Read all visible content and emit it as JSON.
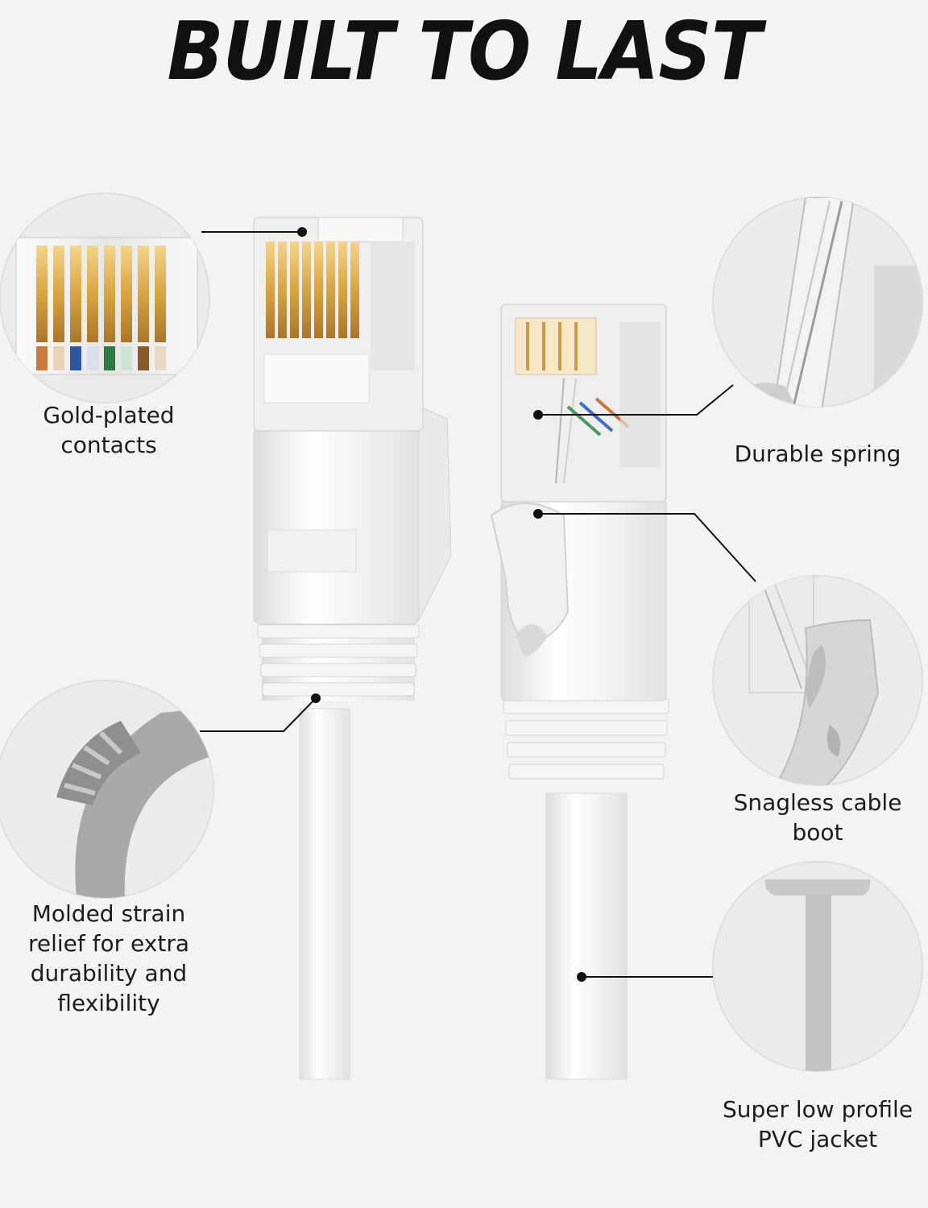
{
  "headline": "BUILT TO LAST",
  "features": [
    {
      "id": "gold",
      "label": "Gold-plated\ncontacts"
    },
    {
      "id": "spring",
      "label": "Durable spring"
    },
    {
      "id": "strain",
      "label": "Molded strain\nrelief for extra\ndurability and\nflexibility"
    },
    {
      "id": "boot",
      "label": "Snagless cable\nboot"
    },
    {
      "id": "jacket",
      "label": "Super low profile\nPVC jacket"
    }
  ],
  "colors": {
    "background": "#f3f3f3",
    "cable": "#ffffff",
    "circle": "#ebebeb",
    "gold": "#d9a441",
    "callout_line": "#111111"
  }
}
